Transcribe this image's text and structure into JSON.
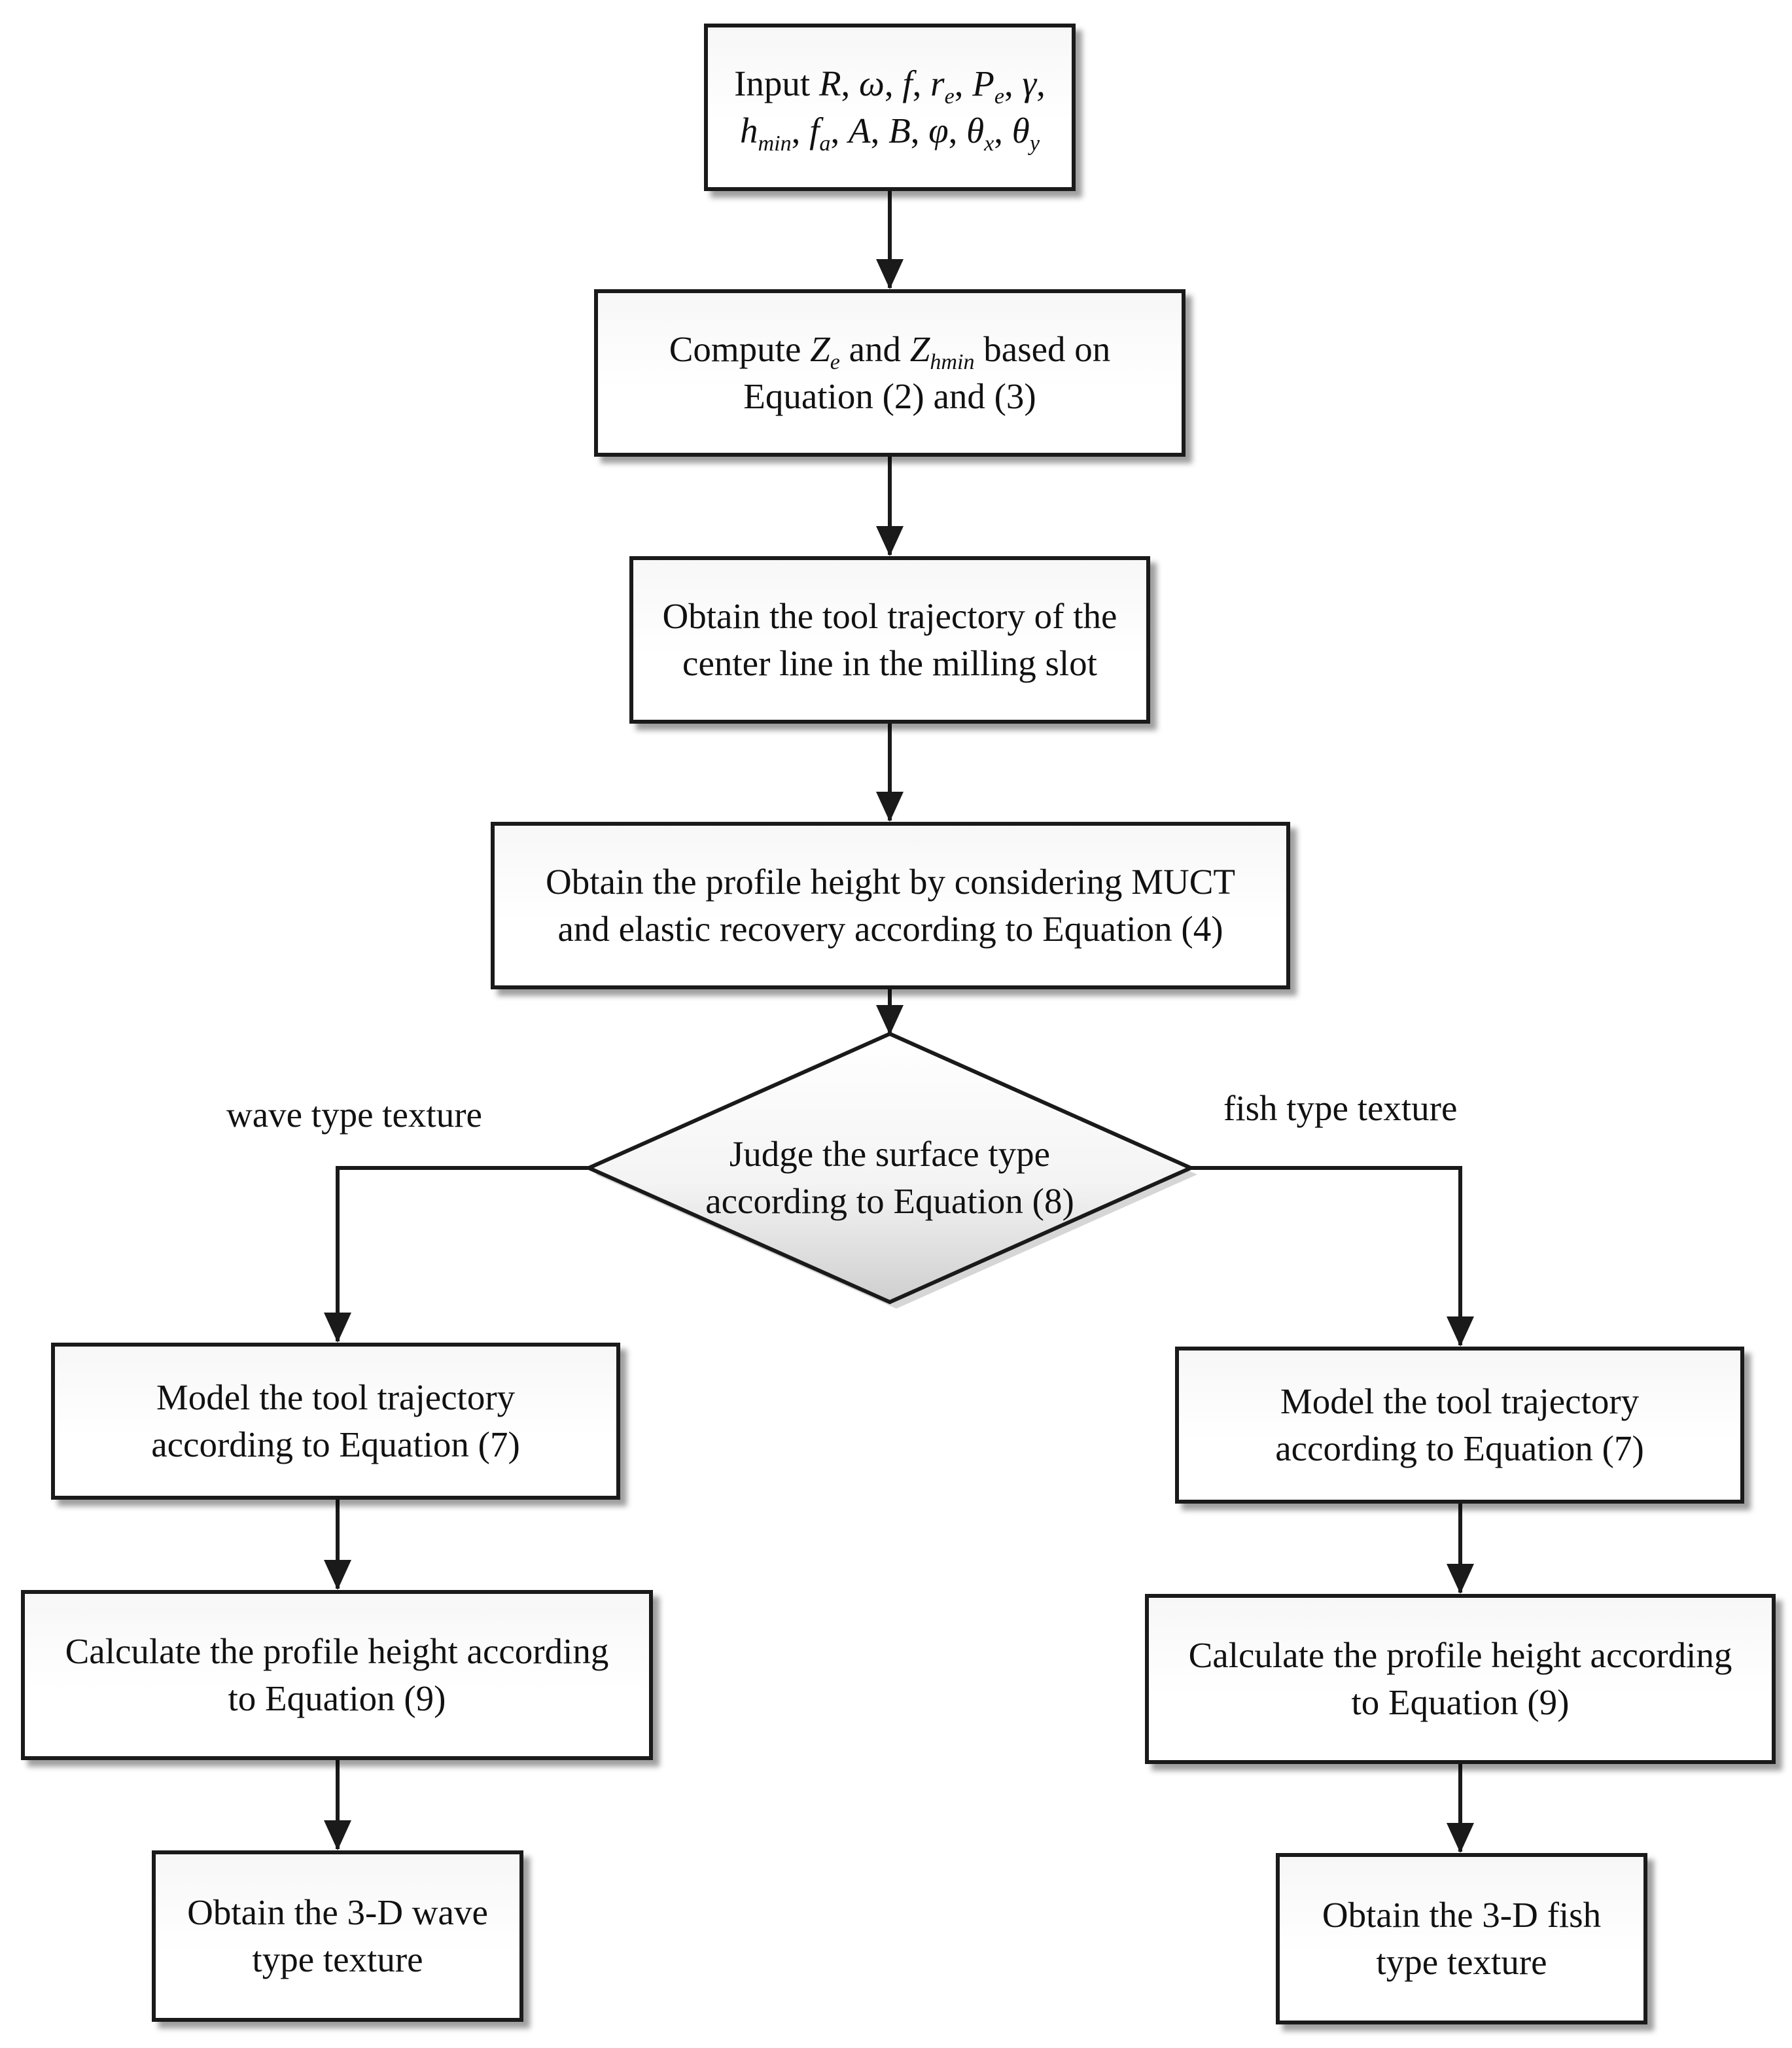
{
  "input_box": {
    "prefix": "Input",
    "line1_symbols": [
      "R",
      "ω",
      "f",
      "r",
      "P",
      "γ"
    ],
    "line1_subscripts": [
      "",
      "",
      "",
      "e",
      "e",
      ""
    ],
    "line2_symbols": [
      "h",
      "f",
      "A",
      "B",
      "φ",
      "θ",
      "θ"
    ],
    "line2_subscripts": [
      "min",
      "a",
      "",
      "",
      "",
      "x",
      "y"
    ]
  },
  "compute_box": {
    "word_compute": "Compute",
    "sym1": "Z",
    "sym1_sub": "e",
    "word_and": "and",
    "sym2": "Z",
    "sym2_sub": "hmin",
    "word_based": "based on",
    "line2": "Equation (2) and (3)"
  },
  "trajectory_box": {
    "line1": "Obtain the tool trajectory of the",
    "line2": "center line in the milling slot"
  },
  "profile_box": {
    "line1": "Obtain the profile height by considering MUCT",
    "line2": "and elastic recovery according to Equation (4)"
  },
  "decision": {
    "line1": "Judge the surface type",
    "line2": "according to Equation (8)"
  },
  "branch_labels": {
    "left": "wave type texture",
    "right": "fish type texture"
  },
  "left_branch": {
    "model_line1": "Model the tool trajectory",
    "model_line2": "according to Equation (7)",
    "calc_line1": "Calculate the profile height according",
    "calc_line2": "to Equation (9)",
    "result_line1": "Obtain the 3-D wave",
    "result_line2": "type texture"
  },
  "right_branch": {
    "model_line1": "Model the tool trajectory",
    "model_line2": "according to Equation (7)",
    "calc_line1": "Calculate the profile height according",
    "calc_line2": "to Equation (9)",
    "result_line1": "Obtain the 3-D fish",
    "result_line2": "type texture"
  },
  "colors": {
    "stroke": "#1a1a1a",
    "box_fill": "#ffffff",
    "shadow": "#5a5a5a",
    "text": "#111111"
  }
}
